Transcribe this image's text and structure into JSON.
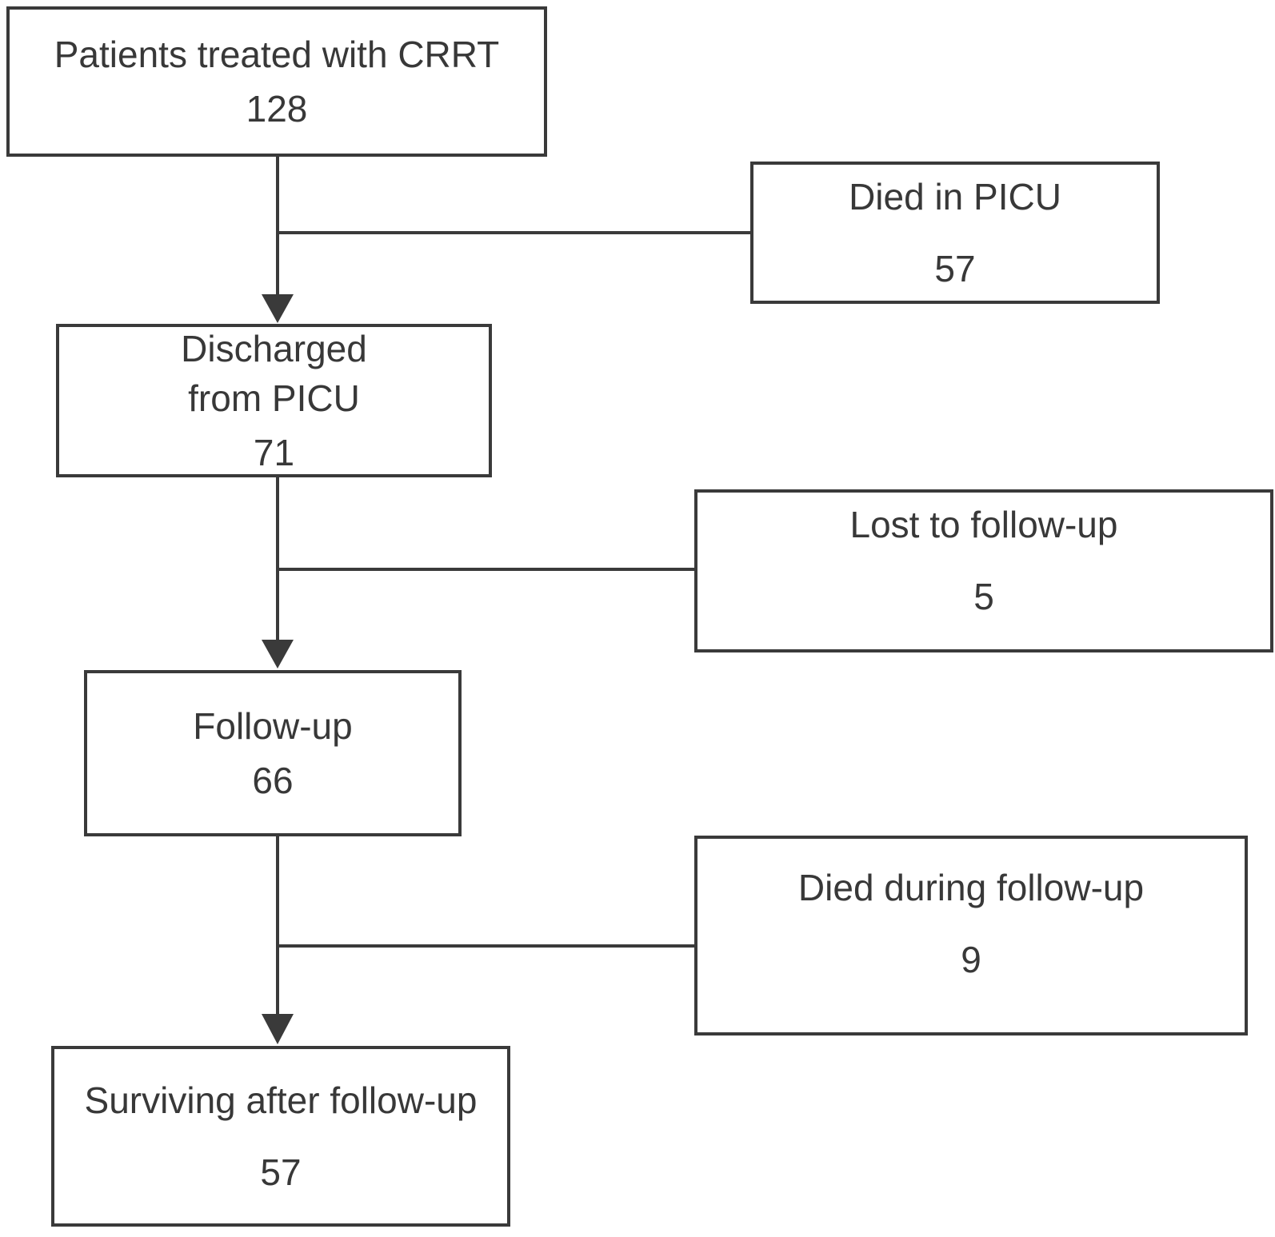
{
  "figure": {
    "type": "flowchart",
    "background_color": "#ffffff",
    "line_color": "#3a3a3a",
    "text_color": "#383838"
  },
  "nodes": {
    "crrt": {
      "lines": [
        "Patients treated with CRRT"
      ],
      "value": "128"
    },
    "died_picu": {
      "lines": [
        "Died in PICU"
      ],
      "value": "57"
    },
    "discharged": {
      "lines": [
        "Discharged",
        "from PICU"
      ],
      "value": "71"
    },
    "lost": {
      "lines": [
        "Lost to follow-up"
      ],
      "value": "5"
    },
    "followup": {
      "lines": [
        "Follow-up"
      ],
      "value": "66"
    },
    "died_followup": {
      "lines": [
        "Died during follow-up"
      ],
      "value": "9"
    },
    "surviving": {
      "lines": [
        "Surviving after follow-up"
      ],
      "value": "57"
    }
  }
}
